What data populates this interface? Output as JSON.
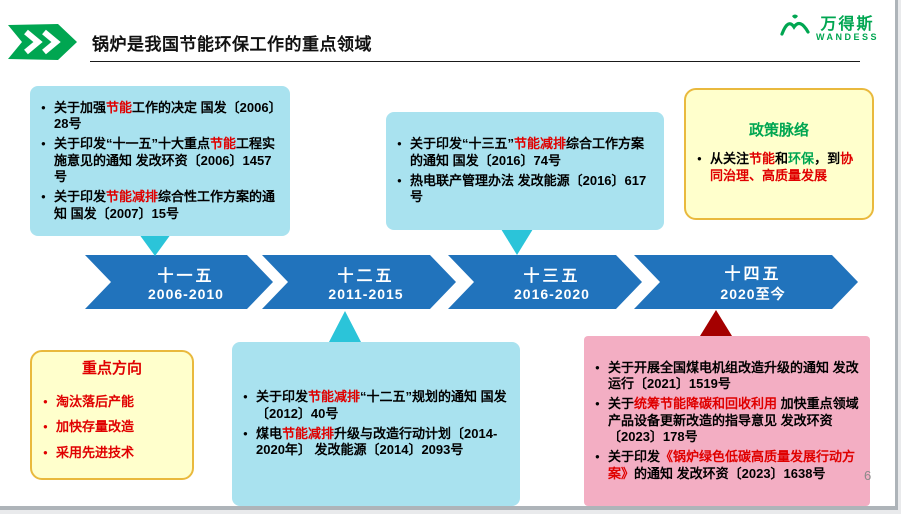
{
  "header": {
    "title": "锅炉是我国节能环保工作的重点领域",
    "logo_name": "万得斯",
    "logo_sub": "WANDESS"
  },
  "colors": {
    "brand_green": "#00A651",
    "timeline_blue": "#2173BC",
    "callout_cyan": "#A9E2EF",
    "connector_cyan": "#2BC4D9",
    "connector_dark_red": "#A40000",
    "callout_yellow": "#FFFFCC",
    "callout_pink": "#F3AEC3",
    "highlight_red": "#E00000"
  },
  "timeline": [
    {
      "label": "十一五",
      "range": "2006-2010"
    },
    {
      "label": "十二五",
      "range": "2011-2015"
    },
    {
      "label": "十三五",
      "range": "2016-2020"
    },
    {
      "label": "十四五",
      "range": "2020至今"
    }
  ],
  "box_11th": {
    "items": [
      [
        {
          "t": "关于加强"
        },
        {
          "t": "节能",
          "c": "r"
        },
        {
          "t": "工作的决定  国发〔2006〕28号"
        }
      ],
      [
        {
          "t": "关于印发“十一五”十大重点"
        },
        {
          "t": "节能",
          "c": "r"
        },
        {
          "t": "工程实施意见的通知  发改环资〔2006〕1457号"
        }
      ],
      [
        {
          "t": "关于印发"
        },
        {
          "t": "节能减排",
          "c": "r"
        },
        {
          "t": "综合性工作方案的通知  国发〔2007〕15号"
        }
      ]
    ]
  },
  "box_13th": {
    "items": [
      [
        {
          "t": "关于印发“十三五”"
        },
        {
          "t": "节能减排",
          "c": "r"
        },
        {
          "t": "综合工作方案的通知  国发〔2016〕74号"
        }
      ],
      [
        {
          "t": "热电联产管理办法  发改能源〔2016〕617号"
        }
      ]
    ]
  },
  "box_policy_context": {
    "title": "政策脉络",
    "items": [
      [
        {
          "t": "从关注"
        },
        {
          "t": "节能",
          "c": "r"
        },
        {
          "t": "和"
        },
        {
          "t": "环保",
          "c": "g"
        },
        {
          "t": "，到"
        },
        {
          "t": "协同治理、高质量发展",
          "c": "r"
        }
      ]
    ]
  },
  "box_key_directions": {
    "title": "重点方向",
    "items": [
      "淘汰落后产能",
      "加快存量改造",
      "采用先进技术"
    ]
  },
  "box_12th": {
    "items": [
      [
        {
          "t": "关于印发"
        },
        {
          "t": "节能减排",
          "c": "r"
        },
        {
          "t": "“十二五”规划的通知  国发〔2012〕40号"
        }
      ],
      [
        {
          "t": "煤电"
        },
        {
          "t": "节能减排",
          "c": "r"
        },
        {
          "t": "升级与改造行动计划〔2014-2020年〕  发改能源〔2014〕2093号"
        }
      ]
    ]
  },
  "box_14th": {
    "items": [
      [
        {
          "t": "关于开展全国煤电机组改造升级的通知 发改运行〔2021〕1519号"
        }
      ],
      [
        {
          "t": "关于"
        },
        {
          "t": "统筹节能降碳和回收利用",
          "c": "r"
        },
        {
          "t": " 加快重点领域产品设备更新改造的指导意见 发改环资〔2023〕178号"
        }
      ],
      [
        {
          "t": "关于印发"
        },
        {
          "t": "《锅炉绿色低碳高质量发展行动方案》",
          "c": "r"
        },
        {
          "t": "的通知  发改环资〔2023〕1638号"
        }
      ]
    ]
  },
  "page_number": "6"
}
